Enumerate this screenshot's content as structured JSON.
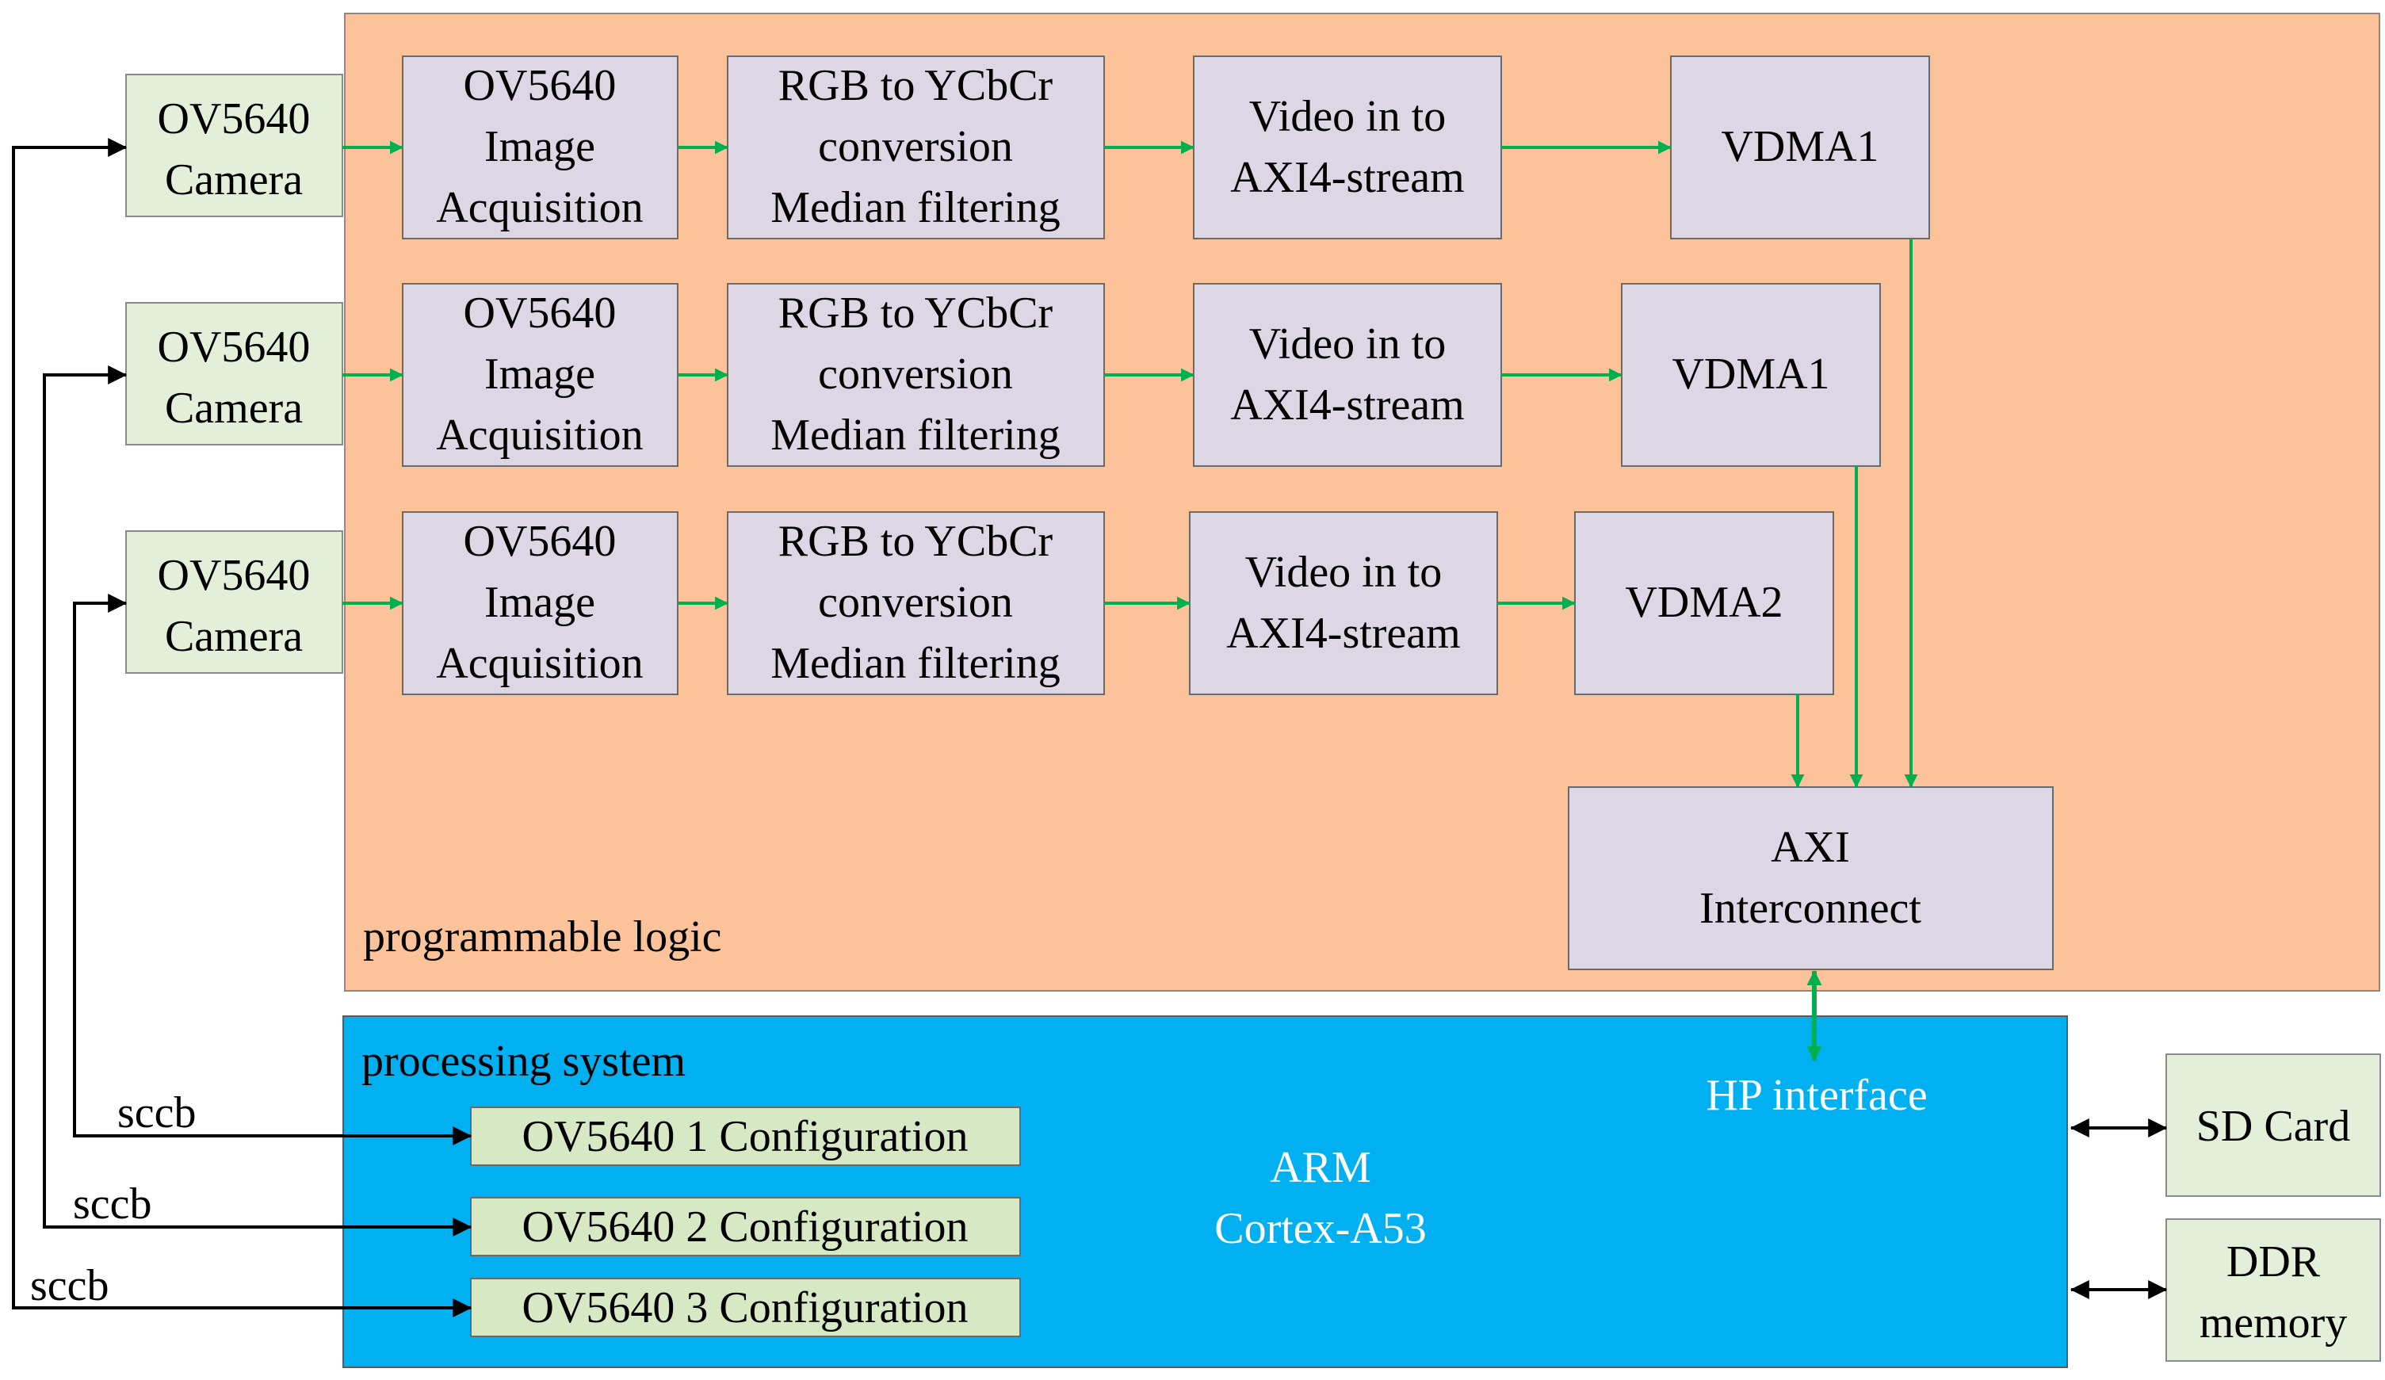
{
  "regions": {
    "pl_label": "programmable logic",
    "ps_label": "processing system"
  },
  "pipelines": [
    {
      "camera": [
        "OV5640",
        "Camera"
      ],
      "acquisition": [
        "OV5640",
        "Image",
        "Acquisition"
      ],
      "conversion": [
        "RGB to YCbCr",
        "conversion",
        "Median filtering"
      ],
      "video": [
        "Video in to",
        "AXI4-stream"
      ],
      "vdma": "VDMA1",
      "config": "OV5640 1 Configuration",
      "bus": "sccb"
    },
    {
      "camera": [
        "OV5640",
        "Camera"
      ],
      "acquisition": [
        "OV5640",
        "Image",
        "Acquisition"
      ],
      "conversion": [
        "RGB to YCbCr",
        "conversion",
        "Median filtering"
      ],
      "video": [
        "Video in to",
        "AXI4-stream"
      ],
      "vdma": "VDMA1",
      "config": "OV5640 2 Configuration",
      "bus": "sccb"
    },
    {
      "camera": [
        "OV5640",
        "Camera"
      ],
      "acquisition": [
        "OV5640",
        "Image",
        "Acquisition"
      ],
      "conversion": [
        "RGB to YCbCr",
        "conversion",
        "Median filtering"
      ],
      "video": [
        "Video in to",
        "AXI4-stream"
      ],
      "vdma": "VDMA2",
      "config": "OV5640 3 Configuration",
      "bus": "sccb"
    }
  ],
  "interconnect": [
    "AXI",
    "Interconnect"
  ],
  "hp_interface": "HP interface",
  "processor": [
    "ARM",
    "Cortex-A53"
  ],
  "peripherals": {
    "sd_card": "SD Card",
    "ddr": [
      "DDR",
      "memory"
    ]
  },
  "colors": {
    "pl_fill": "#fcc29a",
    "ps_fill": "#00b0f0",
    "block_fill": "#ddd7e5",
    "camera_fill": "#e3efd9",
    "config_fill": "#d7e8c5",
    "green_arrow": "#00b050",
    "black_line": "#000000",
    "ps_text": "#ffffff"
  }
}
